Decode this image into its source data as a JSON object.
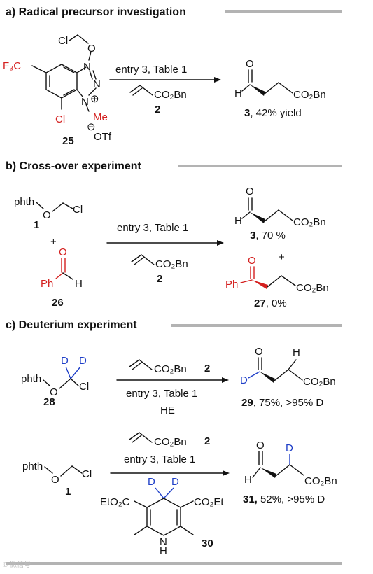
{
  "sections": {
    "a": {
      "title": "a) Radical precursor investigation"
    },
    "b": {
      "title": "b) Cross-over experiment"
    },
    "c": {
      "title": "c) Deuterium experiment"
    }
  },
  "atoms": {
    "O": "O",
    "Cl": "Cl",
    "N": "N",
    "F3C": "F₃C",
    "Me": "Me",
    "OTf": "OTf",
    "H": "H",
    "D": "D",
    "phth": "phth",
    "Ph": "Ph",
    "CO2Bn": "CO₂Bn",
    "CO2Et": "CO₂Et",
    "EtO2C": "EtO₂C",
    "NH": "N",
    "plus_charge": "⊕",
    "minus_charge": "⊖"
  },
  "a": {
    "compound_25": "25",
    "condition": "entry 3, Table 1",
    "reagent_2": "2",
    "product_num": "3",
    "product_yield": ", 42% yield"
  },
  "b": {
    "compound_1": "1",
    "plus": "+",
    "compound_26": "26",
    "condition": "entry 3, Table 1",
    "reagent_2": "2",
    "product_3": "3",
    "product_3_yield": ", 70 %",
    "product_27": "27",
    "product_27_yield": ", 0%"
  },
  "c": {
    "compound_28": "28",
    "condition_1": "entry 3, Table 1",
    "reagent_2": "2",
    "he": "HE",
    "product_29": "29",
    "product_29_yield": ", 75%, >95% D",
    "compound_1": "1",
    "condition_2": "entry 3, Table 1",
    "reagent_2b": "2",
    "compound_30": "30",
    "product_31": "31,",
    "product_31_yield": " 52%, >95% D"
  },
  "watermark": "© 微信号"
}
